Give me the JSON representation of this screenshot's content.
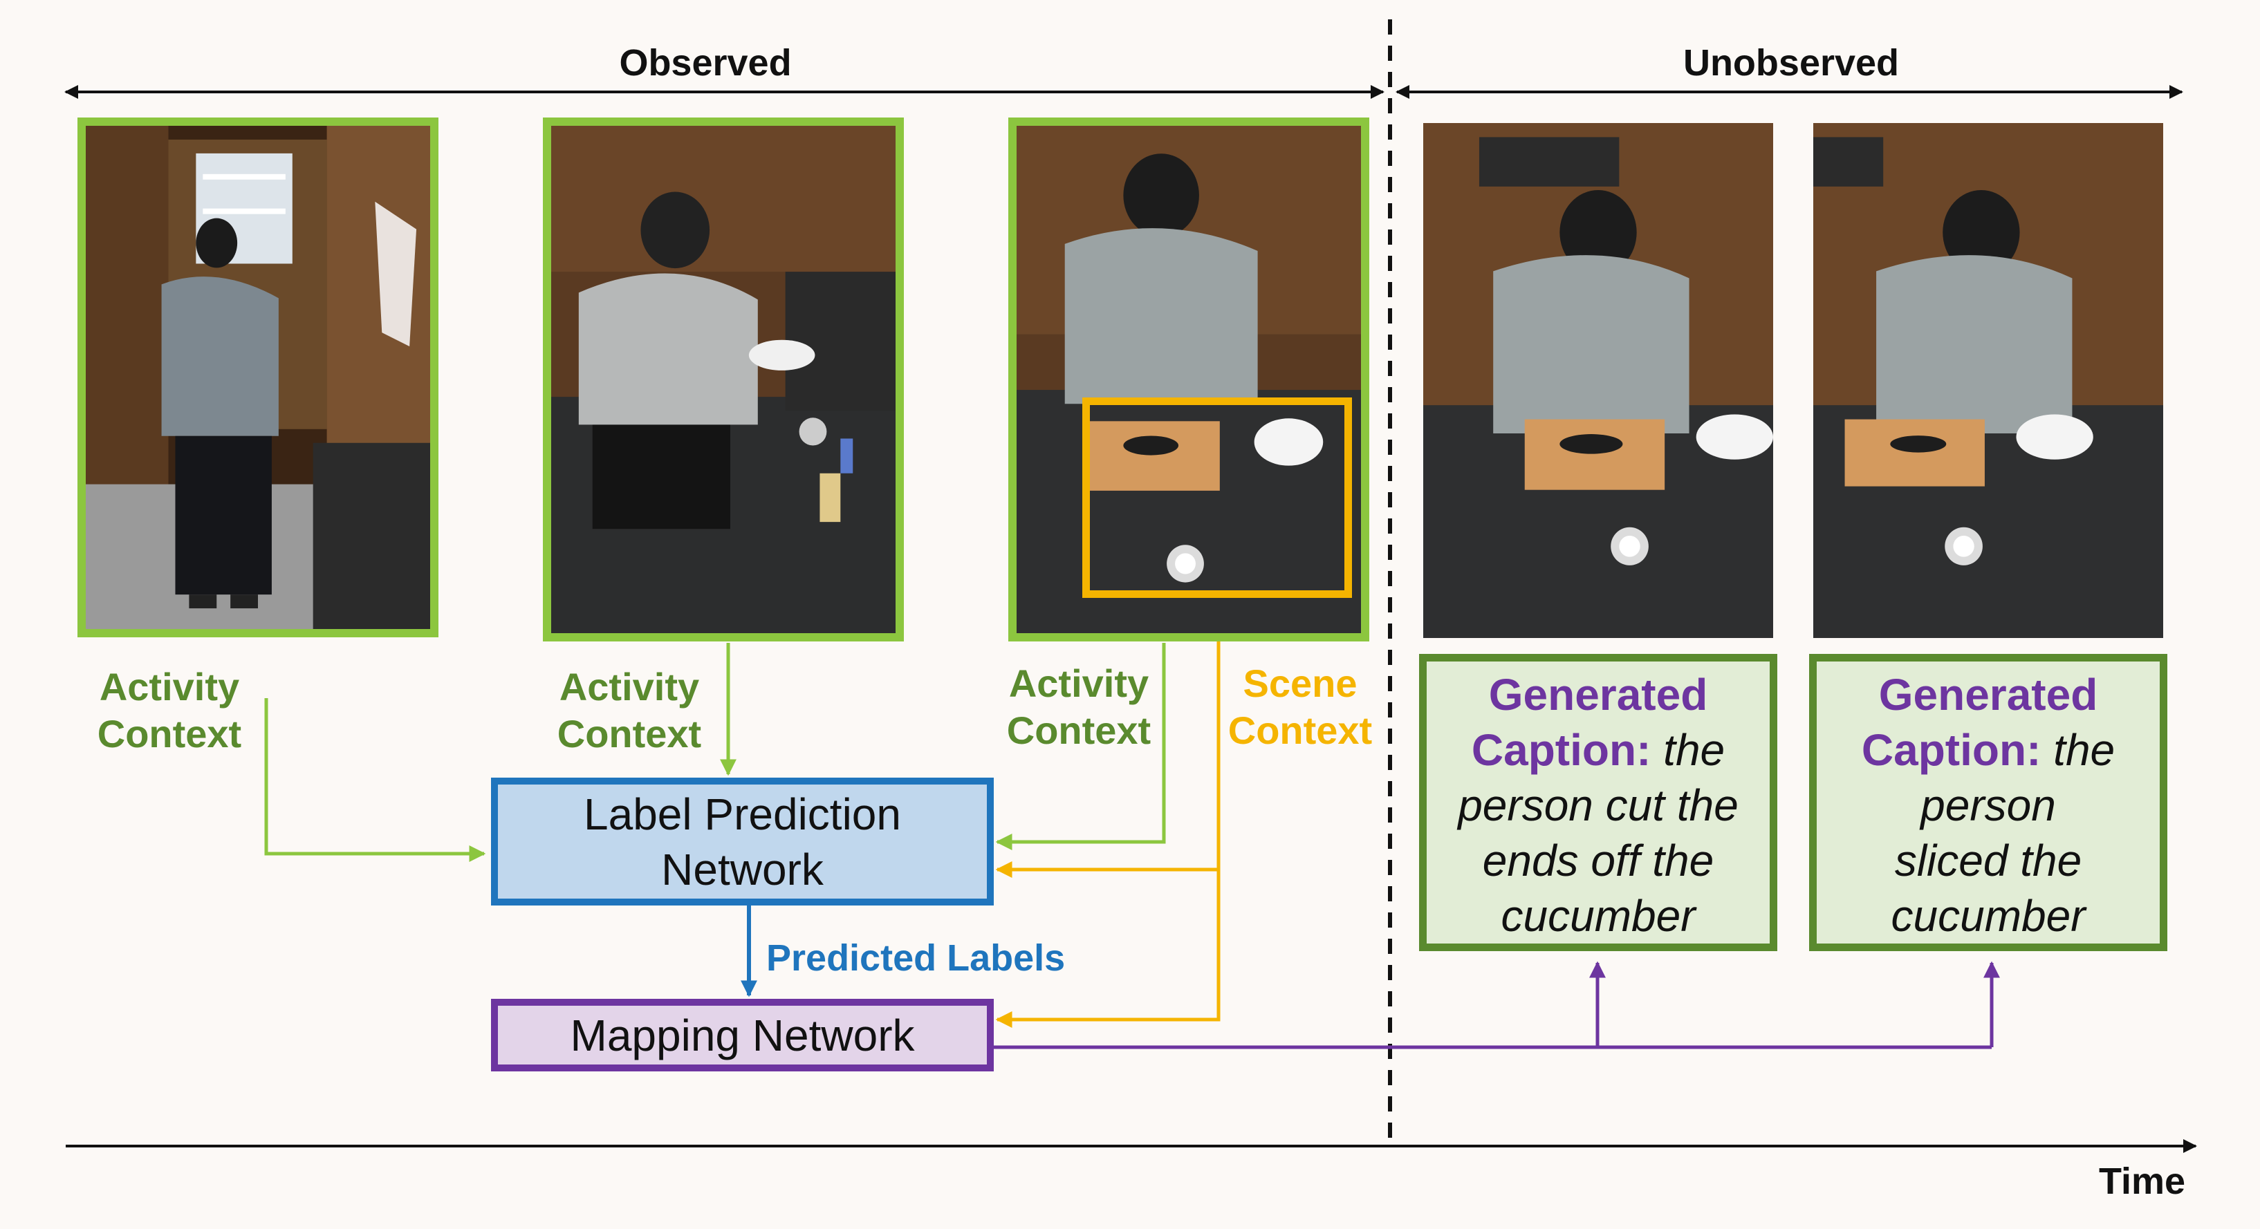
{
  "timeline": {
    "observed_label": "Observed",
    "unobserved_label": "Unobserved",
    "time_label": "Time"
  },
  "observed_frames": [
    {
      "id": "frame-1",
      "context_label_line1": "Activity",
      "context_label_line2": "Context"
    },
    {
      "id": "frame-2",
      "context_label_line1": "Activity",
      "context_label_line2": "Context"
    },
    {
      "id": "frame-3",
      "context_label_line1": "Activity",
      "context_label_line2": "Context"
    }
  ],
  "scene_context": {
    "line1": "Scene",
    "line2": "Context"
  },
  "label_prediction": {
    "line1": "Label Prediction",
    "line2": "Network"
  },
  "predicted_labels": "Predicted Labels",
  "mapping_network": "Mapping Network",
  "captions": [
    {
      "prefix_line1": "Generated",
      "prefix_line2": "Caption:",
      "text_inline": "the",
      "text_lines": [
        "person cut the",
        "ends off the",
        "cucumber"
      ]
    },
    {
      "prefix_line1": "Generated",
      "prefix_line2": "Caption:",
      "text_inline": "the",
      "text_lines": [
        "person",
        "sliced the",
        "cucumber"
      ]
    }
  ],
  "colors": {
    "activity_green": "#8cc63f",
    "activity_label_green": "#5a8a2e",
    "scene_yellow": "#f5b400",
    "prediction_blue": "#1f75bd",
    "mapping_purple": "#6d35a0"
  }
}
